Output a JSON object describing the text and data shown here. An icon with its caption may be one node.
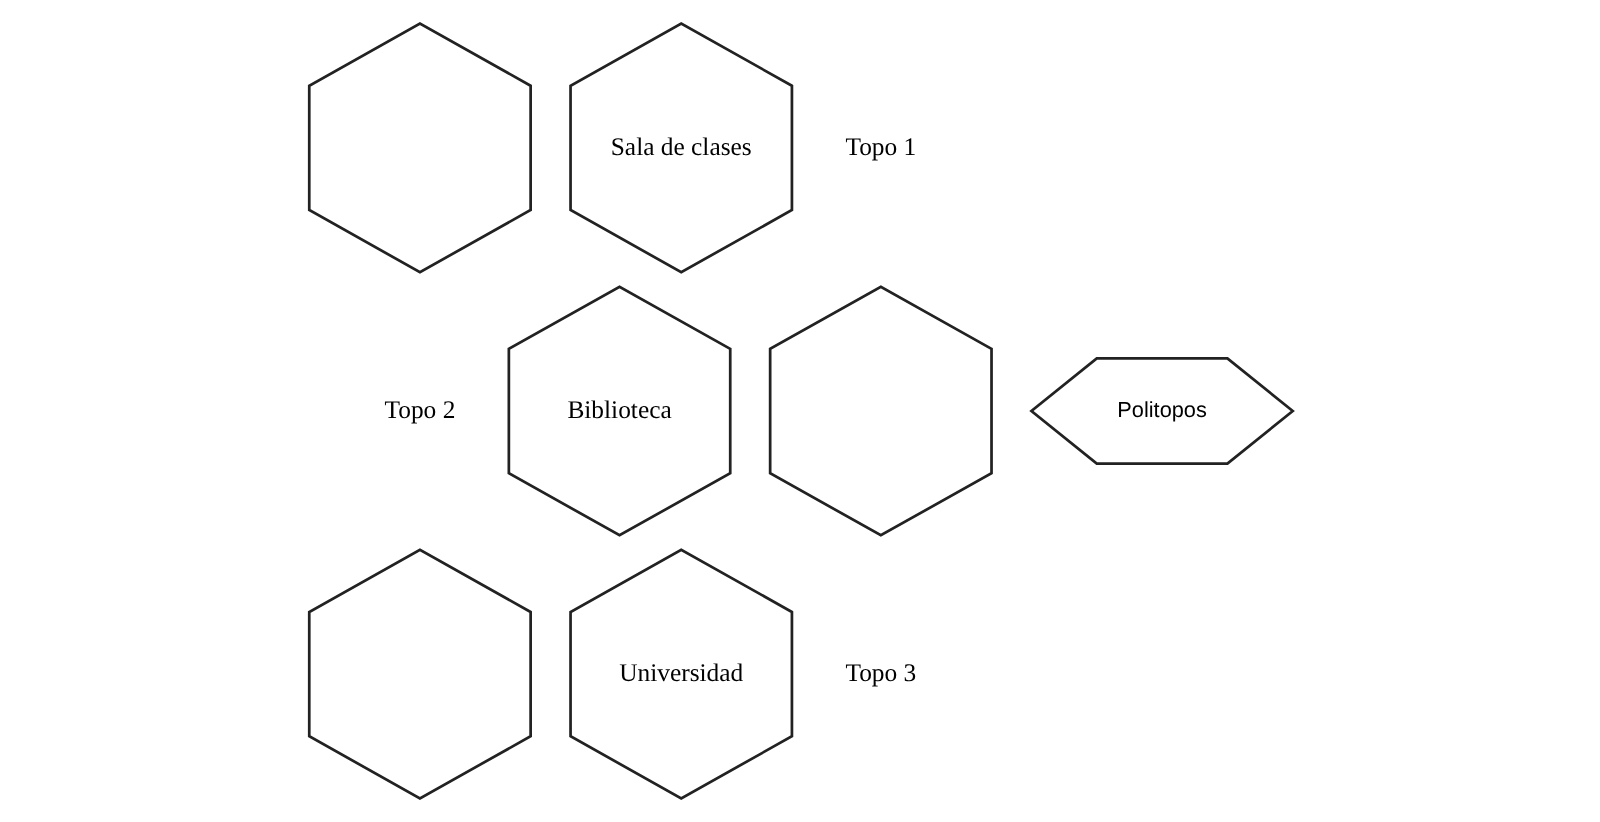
{
  "diagram": {
    "nodes": [
      {
        "text": [],
        "shape": "hexagon"
      },
      {
        "text": [
          "Sala de clases"
        ],
        "beside": [
          "Topo 1"
        ]
      },
      {
        "text": [
          "Biblioteca"
        ],
        "beside": [
          "Topo 2"
        ]
      },
      {
        "text": [],
        "shape": "hexagon"
      },
      {
        "text": [],
        "shape": "hexagon"
      },
      {
        "text": [
          "Universidad"
        ],
        "beside": [
          "Topo 3"
        ]
      },
      {
        "text": [
          "Politopos"
        ]
      }
    ]
  }
}
